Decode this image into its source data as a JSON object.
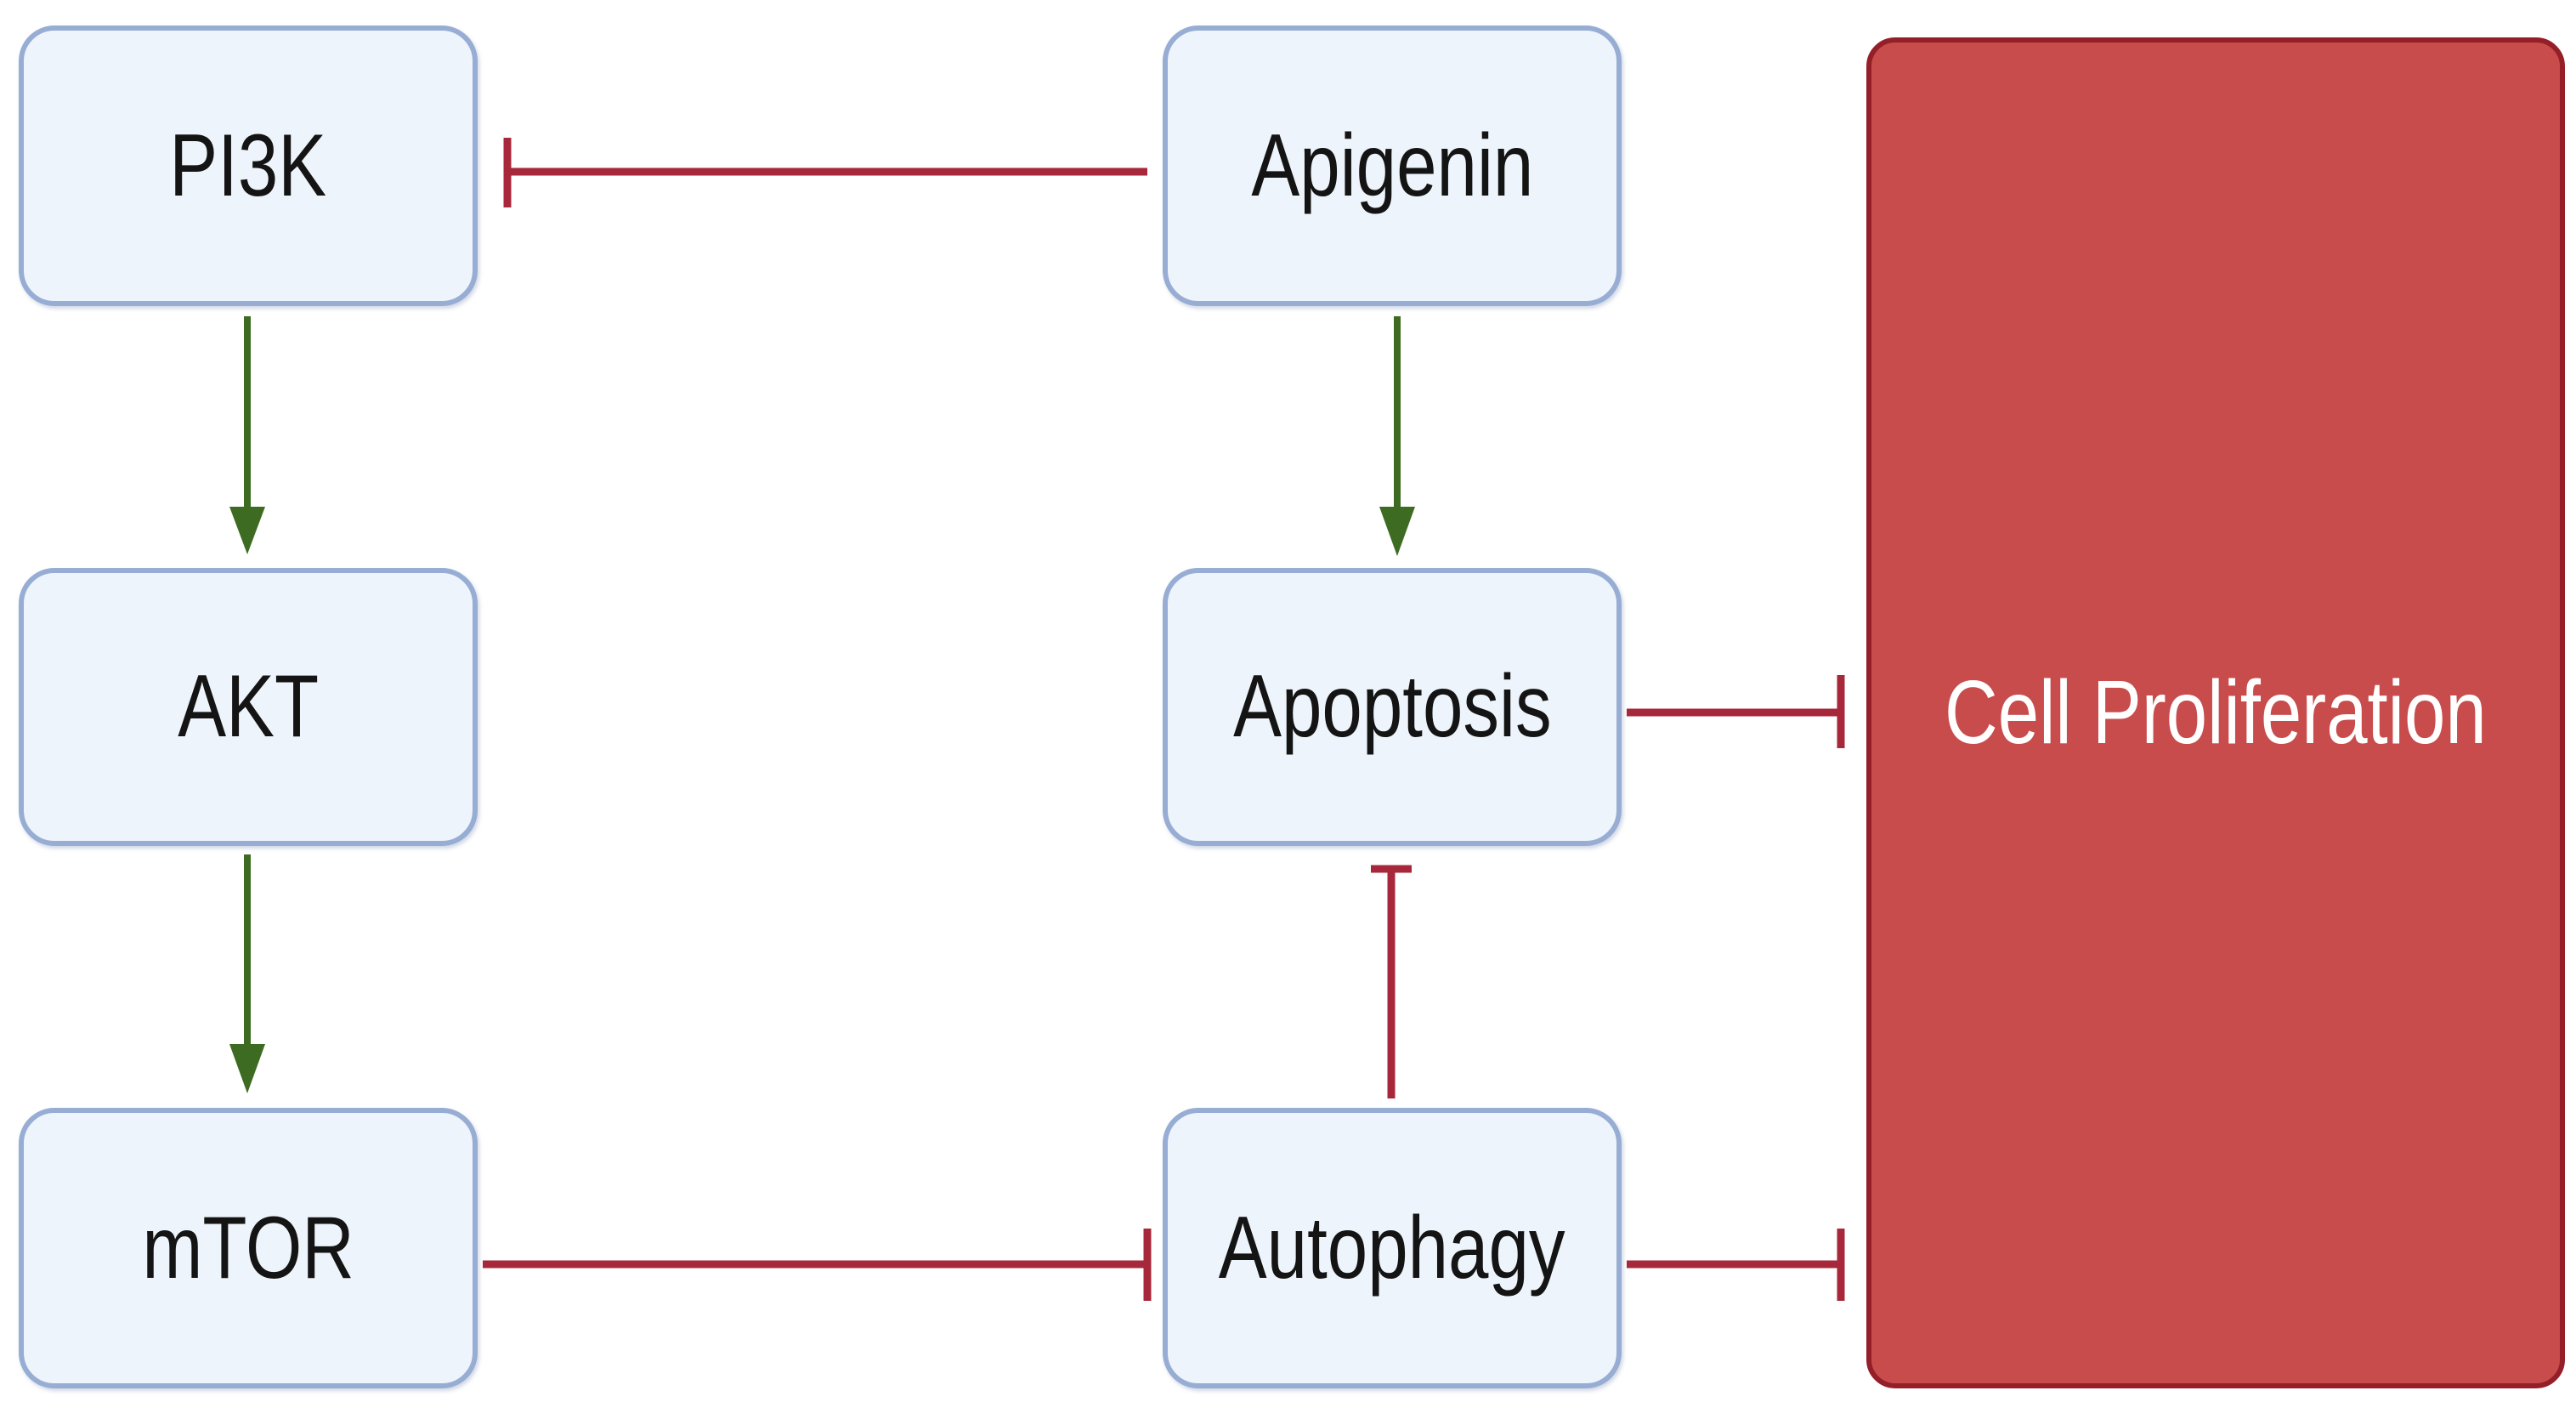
{
  "nodes": {
    "pi3k": "PI3K",
    "akt": "AKT",
    "mtor": "mTOR",
    "apigenin": "Apigenin",
    "apoptosis": "Apoptosis",
    "autophagy": "Autophagy",
    "cell_proliferation": "Cell Proliferation"
  },
  "colors": {
    "node_fill": "#eef4fb",
    "node_border": "#97add3",
    "inhibition": "#a7283a",
    "activation": "#3d6b22",
    "target_fill": "#c84c4c"
  },
  "edges": [
    {
      "from": "Apigenin",
      "to": "PI3K",
      "type": "inhibition"
    },
    {
      "from": "PI3K",
      "to": "AKT",
      "type": "activation"
    },
    {
      "from": "AKT",
      "to": "mTOR",
      "type": "activation"
    },
    {
      "from": "Apigenin",
      "to": "Apoptosis",
      "type": "activation"
    },
    {
      "from": "mTOR",
      "to": "Autophagy",
      "type": "inhibition"
    },
    {
      "from": "Autophagy",
      "to": "Apoptosis",
      "type": "inhibition"
    },
    {
      "from": "Apoptosis",
      "to": "Cell Proliferation",
      "type": "inhibition"
    },
    {
      "from": "Autophagy",
      "to": "Cell Proliferation",
      "type": "inhibition"
    }
  ]
}
